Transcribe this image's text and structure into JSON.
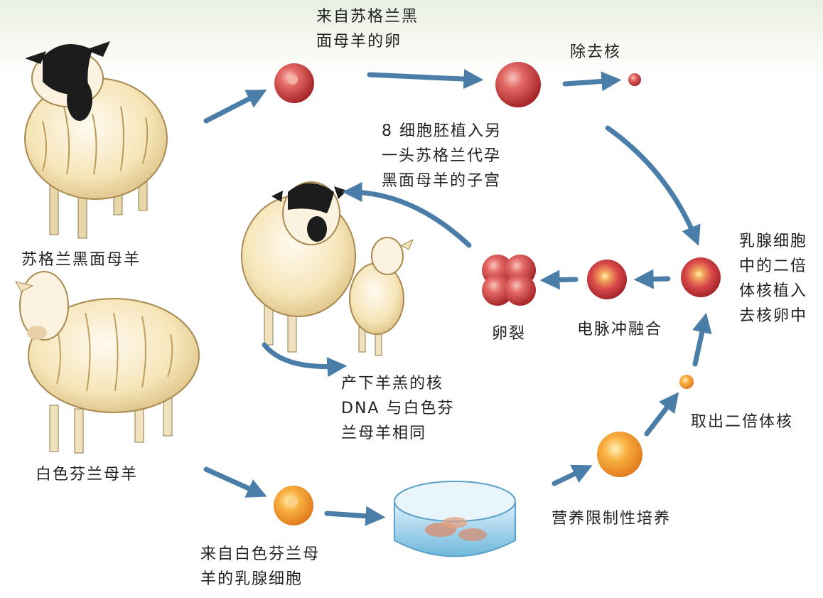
{
  "labels": {
    "scottish_ewe": "苏格兰黑面母羊",
    "finn_ewe": "白色芬兰母羊",
    "egg_source": [
      "来自苏格兰黑",
      "面母羊的卵"
    ],
    "enucleate": "除去核",
    "embryo_transfer": [
      "8 细胞胚植入另",
      "一头苏格兰代孕",
      "黑面母羊的子宫"
    ],
    "nucleus_transfer": [
      "乳腺细胞",
      "中的二倍",
      "体核植入",
      "去核卵中"
    ],
    "cleavage": "卵裂",
    "electric_fusion": "电脉冲融合",
    "lamb_result": [
      "产下羊羔的核",
      "DNA 与白色芬",
      "兰母羊相同"
    ],
    "extract_nucleus": "取出二倍体核",
    "starvation_culture": "营养限制性培养",
    "mammary_source": [
      "来自白色芬兰母",
      "羊的乳腺细胞"
    ]
  },
  "colors": {
    "egg_red": "#c8363a",
    "cell_orange": "#ee8a1e",
    "arrow_blue": "#4a7ea8",
    "sheep_wool": "#f5e7bd",
    "sheep_black": "#1c1c1c"
  }
}
